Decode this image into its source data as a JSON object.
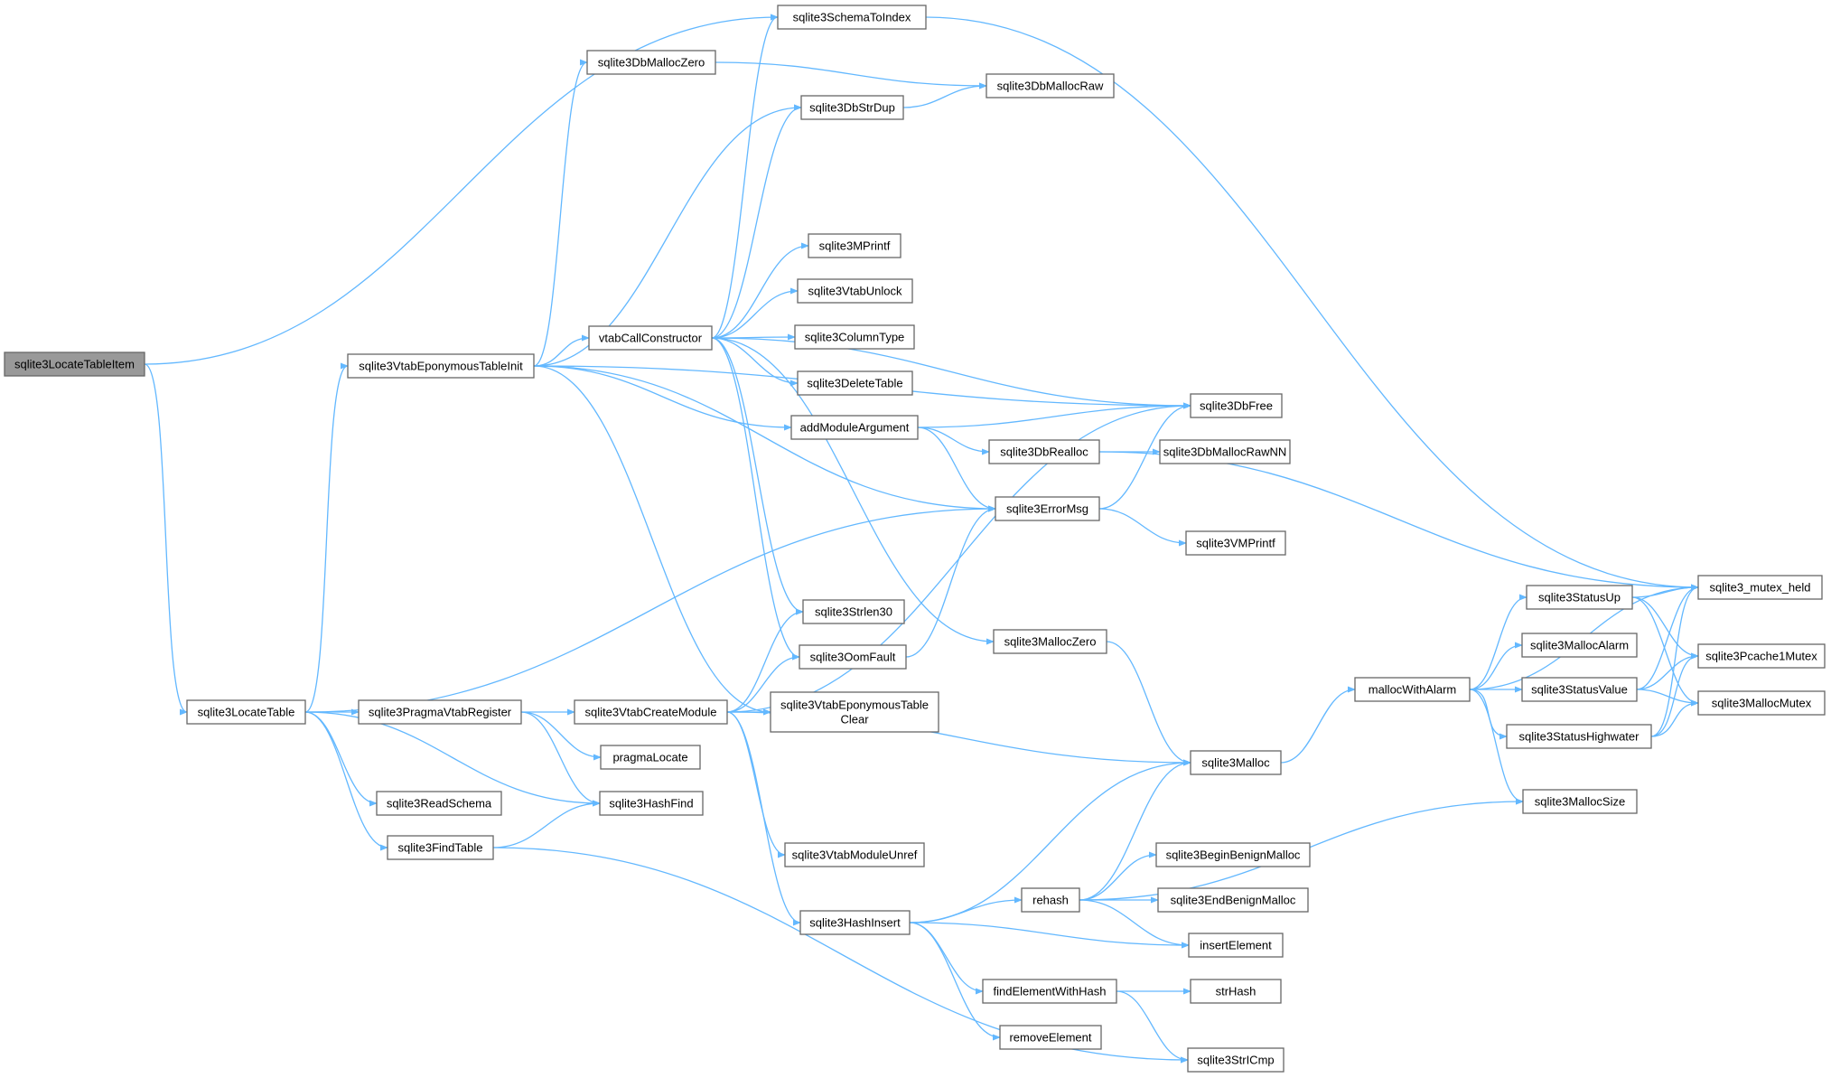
{
  "graph": {
    "root": "sqlite3LocateTableItem",
    "colors": {
      "edge": "#63b8ff",
      "node_border": "#666666",
      "root_fill": "#999999",
      "node_fill": "#ffffff"
    },
    "nodes": [
      {
        "id": "sqlite3LocateTableItem",
        "label": "sqlite3LocateTableItem"
      },
      {
        "id": "sqlite3SchemaToIndex",
        "label": "sqlite3SchemaToIndex"
      },
      {
        "id": "sqlite3DbMallocZero",
        "label": "sqlite3DbMallocZero"
      },
      {
        "id": "sqlite3DbMallocRaw",
        "label": "sqlite3DbMallocRaw"
      },
      {
        "id": "sqlite3DbStrDup",
        "label": "sqlite3DbStrDup"
      },
      {
        "id": "sqlite3MPrintf",
        "label": "sqlite3MPrintf"
      },
      {
        "id": "sqlite3VtabUnlock",
        "label": "sqlite3VtabUnlock"
      },
      {
        "id": "vtabCallConstructor",
        "label": "vtabCallConstructor"
      },
      {
        "id": "sqlite3ColumnType",
        "label": "sqlite3ColumnType"
      },
      {
        "id": "sqlite3VtabEponymousTableInit",
        "label": "sqlite3VtabEponymousTableInit"
      },
      {
        "id": "sqlite3DeleteTable",
        "label": "sqlite3DeleteTable"
      },
      {
        "id": "sqlite3DbFree",
        "label": "sqlite3DbFree"
      },
      {
        "id": "addModuleArgument",
        "label": "addModuleArgument"
      },
      {
        "id": "sqlite3DbRealloc",
        "label": "sqlite3DbRealloc"
      },
      {
        "id": "sqlite3DbMallocRawNN",
        "label": "sqlite3DbMallocRawNN"
      },
      {
        "id": "sqlite3ErrorMsg",
        "label": "sqlite3ErrorMsg"
      },
      {
        "id": "sqlite3VMPrintf",
        "label": "sqlite3VMPrintf"
      },
      {
        "id": "sqlite3_mutex_held",
        "label": "sqlite3_mutex_held"
      },
      {
        "id": "sqlite3StatusUp",
        "label": "sqlite3StatusUp"
      },
      {
        "id": "sqlite3Strlen30",
        "label": "sqlite3Strlen30"
      },
      {
        "id": "sqlite3MallocZero",
        "label": "sqlite3MallocZero"
      },
      {
        "id": "sqlite3MallocAlarm",
        "label": "sqlite3MallocAlarm"
      },
      {
        "id": "sqlite3OomFault",
        "label": "sqlite3OomFault"
      },
      {
        "id": "sqlite3Pcache1Mutex",
        "label": "sqlite3Pcache1Mutex"
      },
      {
        "id": "mallocWithAlarm",
        "label": "mallocWithAlarm"
      },
      {
        "id": "sqlite3StatusValue",
        "label": "sqlite3StatusValue"
      },
      {
        "id": "sqlite3LocateTable",
        "label": "sqlite3LocateTable"
      },
      {
        "id": "sqlite3PragmaVtabRegister",
        "label": "sqlite3PragmaVtabRegister"
      },
      {
        "id": "sqlite3VtabCreateModule",
        "label": "sqlite3VtabCreateModule"
      },
      {
        "id": "sqlite3VtabEponymousTableClear",
        "label": "sqlite3VtabEponymousTable Clear"
      },
      {
        "id": "sqlite3MallocMutex",
        "label": "sqlite3MallocMutex"
      },
      {
        "id": "sqlite3StatusHighwater",
        "label": "sqlite3StatusHighwater"
      },
      {
        "id": "pragmaLocate",
        "label": "pragmaLocate"
      },
      {
        "id": "sqlite3Malloc",
        "label": "sqlite3Malloc"
      },
      {
        "id": "sqlite3MallocSize",
        "label": "sqlite3MallocSize"
      },
      {
        "id": "sqlite3ReadSchema",
        "label": "sqlite3ReadSchema"
      },
      {
        "id": "sqlite3HashFind",
        "label": "sqlite3HashFind"
      },
      {
        "id": "sqlite3FindTable",
        "label": "sqlite3FindTable"
      },
      {
        "id": "sqlite3VtabModuleUnref",
        "label": "sqlite3VtabModuleUnref"
      },
      {
        "id": "sqlite3BeginBenignMalloc",
        "label": "sqlite3BeginBenignMalloc"
      },
      {
        "id": "rehash",
        "label": "rehash"
      },
      {
        "id": "sqlite3EndBenignMalloc",
        "label": "sqlite3EndBenignMalloc"
      },
      {
        "id": "sqlite3HashInsert",
        "label": "sqlite3HashInsert"
      },
      {
        "id": "insertElement",
        "label": "insertElement"
      },
      {
        "id": "findElementWithHash",
        "label": "findElementWithHash"
      },
      {
        "id": "strHash",
        "label": "strHash"
      },
      {
        "id": "removeElement",
        "label": "removeElement"
      },
      {
        "id": "sqlite3StrICmp",
        "label": "sqlite3StrICmp"
      }
    ],
    "edges": [
      [
        "sqlite3LocateTableItem",
        "sqlite3SchemaToIndex"
      ],
      [
        "sqlite3LocateTableItem",
        "sqlite3LocateTable"
      ],
      [
        "sqlite3SchemaToIndex",
        "sqlite3_mutex_held"
      ],
      [
        "sqlite3DbMallocZero",
        "sqlite3DbMallocRaw"
      ],
      [
        "sqlite3DbStrDup",
        "sqlite3DbMallocRaw"
      ],
      [
        "sqlite3VtabEponymousTableInit",
        "sqlite3DbMallocZero"
      ],
      [
        "sqlite3VtabEponymousTableInit",
        "sqlite3DbStrDup"
      ],
      [
        "sqlite3VtabEponymousTableInit",
        "sqlite3DbFree"
      ],
      [
        "sqlite3VtabEponymousTableInit",
        "vtabCallConstructor"
      ],
      [
        "sqlite3VtabEponymousTableInit",
        "addModuleArgument"
      ],
      [
        "sqlite3VtabEponymousTableInit",
        "sqlite3ErrorMsg"
      ],
      [
        "sqlite3VtabEponymousTableInit",
        "sqlite3VtabEponymousTableClear"
      ],
      [
        "vtabCallConstructor",
        "sqlite3SchemaToIndex"
      ],
      [
        "vtabCallConstructor",
        "sqlite3DbStrDup"
      ],
      [
        "vtabCallConstructor",
        "sqlite3DbFree"
      ],
      [
        "vtabCallConstructor",
        "sqlite3MPrintf"
      ],
      [
        "vtabCallConstructor",
        "sqlite3VtabUnlock"
      ],
      [
        "vtabCallConstructor",
        "sqlite3ColumnType"
      ],
      [
        "vtabCallConstructor",
        "sqlite3DeleteTable"
      ],
      [
        "vtabCallConstructor",
        "sqlite3Strlen30"
      ],
      [
        "vtabCallConstructor",
        "sqlite3OomFault"
      ],
      [
        "vtabCallConstructor",
        "sqlite3MallocZero"
      ],
      [
        "addModuleArgument",
        "sqlite3DbFree"
      ],
      [
        "addModuleArgument",
        "sqlite3DbRealloc"
      ],
      [
        "addModuleArgument",
        "sqlite3ErrorMsg"
      ],
      [
        "sqlite3DbRealloc",
        "sqlite3DbMallocRawNN"
      ],
      [
        "sqlite3DbRealloc",
        "sqlite3_mutex_held"
      ],
      [
        "sqlite3ErrorMsg",
        "sqlite3DbFree"
      ],
      [
        "sqlite3ErrorMsg",
        "sqlite3VMPrintf"
      ],
      [
        "sqlite3OomFault",
        "sqlite3ErrorMsg"
      ],
      [
        "sqlite3MallocZero",
        "sqlite3Malloc"
      ],
      [
        "sqlite3Malloc",
        "mallocWithAlarm"
      ],
      [
        "mallocWithAlarm",
        "sqlite3_mutex_held"
      ],
      [
        "mallocWithAlarm",
        "sqlite3StatusUp"
      ],
      [
        "mallocWithAlarm",
        "sqlite3MallocAlarm"
      ],
      [
        "mallocWithAlarm",
        "sqlite3StatusValue"
      ],
      [
        "mallocWithAlarm",
        "sqlite3StatusHighwater"
      ],
      [
        "mallocWithAlarm",
        "sqlite3MallocSize"
      ],
      [
        "sqlite3StatusUp",
        "sqlite3_mutex_held"
      ],
      [
        "sqlite3StatusUp",
        "sqlite3Pcache1Mutex"
      ],
      [
        "sqlite3StatusUp",
        "sqlite3MallocMutex"
      ],
      [
        "sqlite3StatusValue",
        "sqlite3_mutex_held"
      ],
      [
        "sqlite3StatusValue",
        "sqlite3Pcache1Mutex"
      ],
      [
        "sqlite3StatusValue",
        "sqlite3MallocMutex"
      ],
      [
        "sqlite3StatusHighwater",
        "sqlite3_mutex_held"
      ],
      [
        "sqlite3StatusHighwater",
        "sqlite3Pcache1Mutex"
      ],
      [
        "sqlite3StatusHighwater",
        "sqlite3MallocMutex"
      ],
      [
        "sqlite3LocateTable",
        "sqlite3VtabEponymousTableInit"
      ],
      [
        "sqlite3LocateTable",
        "sqlite3ErrorMsg"
      ],
      [
        "sqlite3LocateTable",
        "sqlite3PragmaVtabRegister"
      ],
      [
        "sqlite3LocateTable",
        "sqlite3HashFind"
      ],
      [
        "sqlite3LocateTable",
        "sqlite3ReadSchema"
      ],
      [
        "sqlite3LocateTable",
        "sqlite3FindTable"
      ],
      [
        "sqlite3PragmaVtabRegister",
        "sqlite3VtabCreateModule"
      ],
      [
        "sqlite3PragmaVtabRegister",
        "pragmaLocate"
      ],
      [
        "sqlite3PragmaVtabRegister",
        "sqlite3HashFind"
      ],
      [
        "sqlite3VtabCreateModule",
        "sqlite3Strlen30"
      ],
      [
        "sqlite3VtabCreateModule",
        "sqlite3OomFault"
      ],
      [
        "sqlite3VtabCreateModule",
        "sqlite3VtabEponymousTableClear"
      ],
      [
        "sqlite3VtabCreateModule",
        "sqlite3DbFree"
      ],
      [
        "sqlite3VtabCreateModule",
        "sqlite3Malloc"
      ],
      [
        "sqlite3VtabCreateModule",
        "sqlite3VtabModuleUnref"
      ],
      [
        "sqlite3VtabCreateModule",
        "sqlite3HashInsert"
      ],
      [
        "sqlite3FindTable",
        "sqlite3HashFind"
      ],
      [
        "sqlite3FindTable",
        "sqlite3StrICmp"
      ],
      [
        "sqlite3HashInsert",
        "sqlite3Malloc"
      ],
      [
        "sqlite3HashInsert",
        "rehash"
      ],
      [
        "sqlite3HashInsert",
        "insertElement"
      ],
      [
        "sqlite3HashInsert",
        "findElementWithHash"
      ],
      [
        "sqlite3HashInsert",
        "removeElement"
      ],
      [
        "rehash",
        "sqlite3Malloc"
      ],
      [
        "rehash",
        "sqlite3MallocSize"
      ],
      [
        "rehash",
        "sqlite3BeginBenignMalloc"
      ],
      [
        "rehash",
        "sqlite3EndBenignMalloc"
      ],
      [
        "rehash",
        "insertElement"
      ],
      [
        "findElementWithHash",
        "strHash"
      ],
      [
        "findElementWithHash",
        "sqlite3StrICmp"
      ]
    ]
  }
}
